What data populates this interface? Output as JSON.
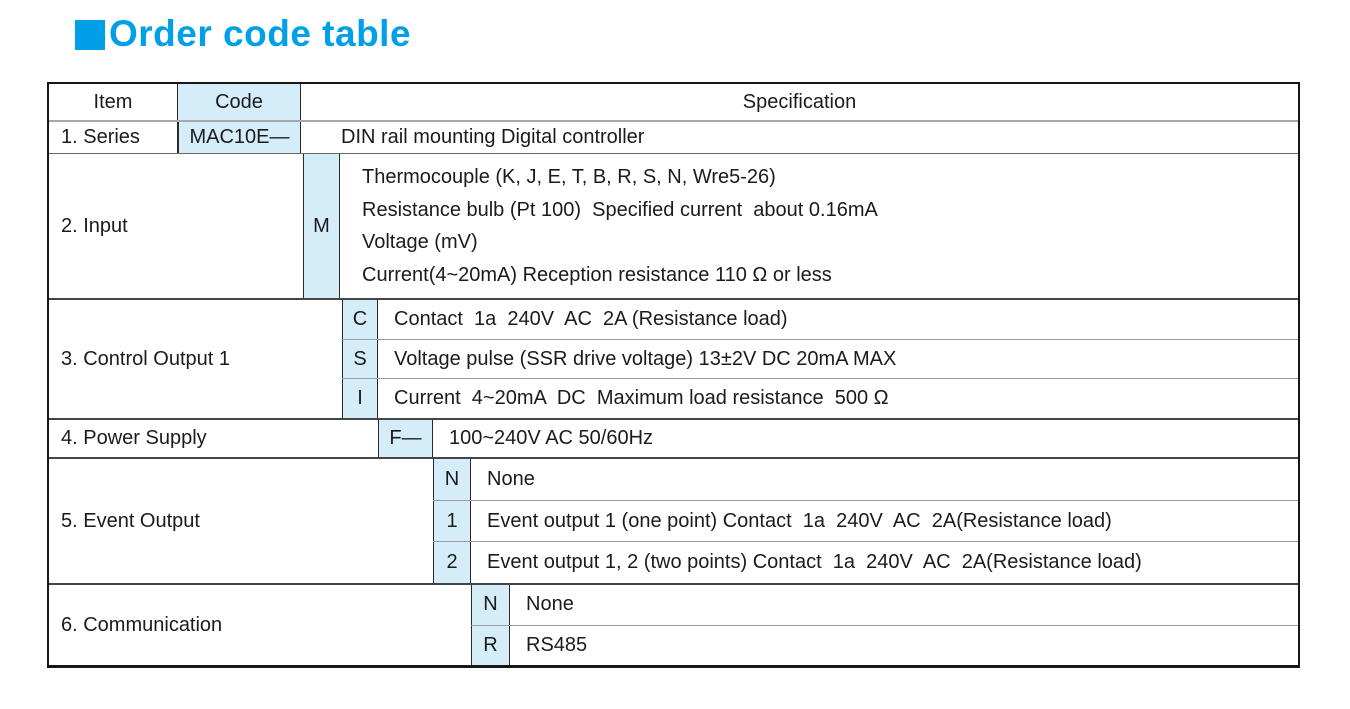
{
  "title": {
    "text": "Order code table"
  },
  "icons": {
    "title_square": "filled-square-bullet"
  },
  "colors": {
    "accent": "#00a0e8",
    "code_cell_bg": "#d5edf9"
  },
  "table": {
    "header": {
      "item": "Item",
      "code": "Code",
      "specification": "Specification"
    },
    "rows": [
      {
        "item": "1. Series",
        "entries": [
          {
            "code": "MAC10E—",
            "spec": "DIN rail mounting Digital controller"
          }
        ]
      },
      {
        "item": "2. Input",
        "entries": [
          {
            "code": "M",
            "spec_lines": [
              "Thermocouple (K, J, E, T, B, R, S, N, Wre5-26)",
              "Resistance bulb (Pt 100)  Specified current  about 0.16mA",
              "Voltage (mV)",
              "Current(4~20mA) Reception resistance 110 Ω or less"
            ]
          }
        ]
      },
      {
        "item": "3. Control Output 1",
        "entries": [
          {
            "code": "C",
            "spec": "Contact  1a  240V  AC  2A (Resistance load)"
          },
          {
            "code": "S",
            "spec": "Voltage pulse (SSR drive voltage) 13±2V DC 20mA MAX"
          },
          {
            "code": "I",
            "spec": "Current  4~20mA  DC  Maximum load resistance  500 Ω"
          }
        ]
      },
      {
        "item": "4. Power Supply",
        "entries": [
          {
            "code": "F—",
            "spec": "100~240V AC 50/60Hz"
          }
        ]
      },
      {
        "item": "5. Event Output",
        "entries": [
          {
            "code": "N",
            "spec": "None"
          },
          {
            "code": "1",
            "spec": "Event output 1 (one point) Contact  1a  240V  AC  2A(Resistance load)"
          },
          {
            "code": "2",
            "spec": "Event output 1, 2 (two points) Contact  1a  240V  AC  2A(Resistance load)"
          }
        ]
      },
      {
        "item": "6. Communication",
        "entries": [
          {
            "code": "N",
            "spec": "None"
          },
          {
            "code": "R",
            "spec": "RS485"
          }
        ]
      }
    ]
  }
}
